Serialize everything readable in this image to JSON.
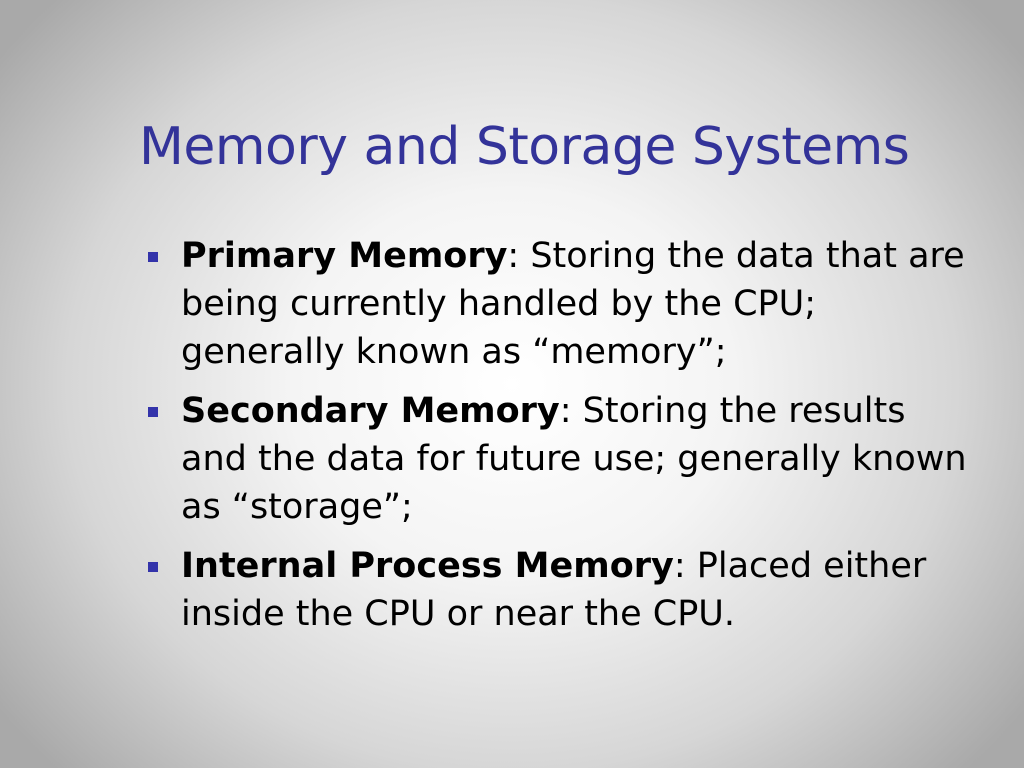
{
  "slide": {
    "title": "Memory and Storage Systems",
    "accent_color": "#333399",
    "bullets": [
      {
        "term": "Primary Memory",
        "separator": ": ",
        "text": "Storing the data that are being currently handled by the CPU; generally known as “memory”;"
      },
      {
        "term": "Secondary Memory",
        "separator": ": ",
        "text": "Storing the results and the data for future use; generally known as “storage”;"
      },
      {
        "term": "Internal Process Memory",
        "separator": ": ",
        "text": "Placed either inside the CPU or near the CPU."
      }
    ]
  }
}
